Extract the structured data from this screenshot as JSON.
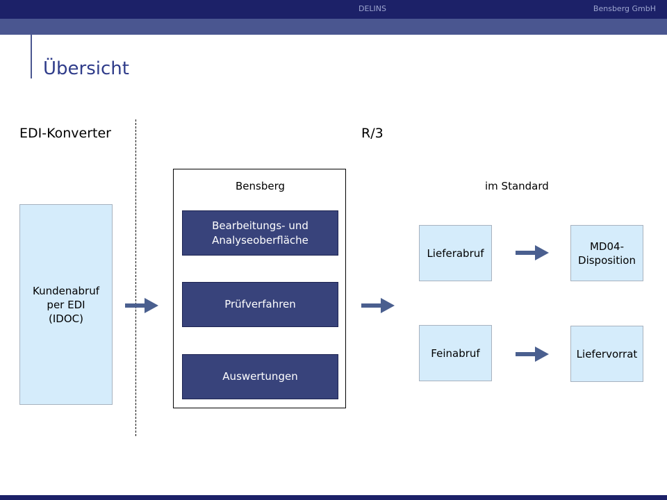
{
  "header": {
    "center_text": "DELINS",
    "right_text": "Bensberg GmbH"
  },
  "title": "Übersicht",
  "sections": {
    "left": "EDI-Konverter",
    "right": "R/3"
  },
  "customer_box": "Kundenabruf\nper EDI\n(IDOC)",
  "bensberg": {
    "label": "Bensberg",
    "boxes": [
      "Bearbeitungs- und\nAnalyseoberfläche",
      "Prüfverfahren",
      "Auswertungen"
    ]
  },
  "standard": {
    "label": "im Standard",
    "inputs": [
      "Lieferabruf",
      "Feinabruf"
    ],
    "outputs": [
      "MD04-\nDisposition",
      "Liefervorrat"
    ]
  },
  "colors": {
    "header_dark": "#1c2168",
    "header_mid": "#4a5690",
    "title": "#2f3c8a",
    "light_box": "#d5ecfb",
    "dark_box": "#38437b",
    "arrow": "#4a5f8f"
  },
  "icons": [
    "arrow-right-icon"
  ]
}
